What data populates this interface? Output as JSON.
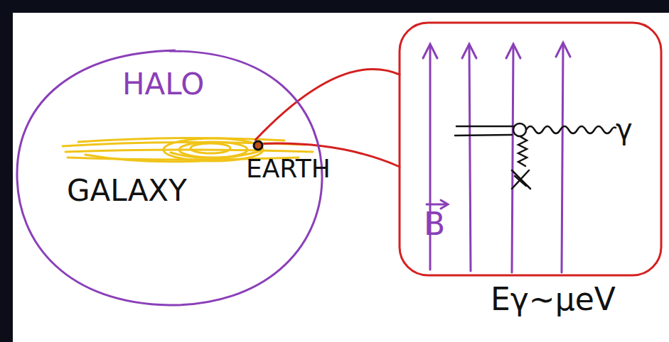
{
  "diagram": {
    "nodes": [
      {
        "text": [
          "HALO"
        ]
      },
      {
        "text": [
          "EARTH"
        ],
        "in": 0
      },
      {
        "text": [
          "γ",
          "B"
        ]
      }
    ],
    "edges": [
      {
        "from": 1,
        "to": 2,
        "arrow": "none"
      }
    ],
    "labels": [
      "GALAXY",
      "Eγ∼μeV"
    ]
  }
}
